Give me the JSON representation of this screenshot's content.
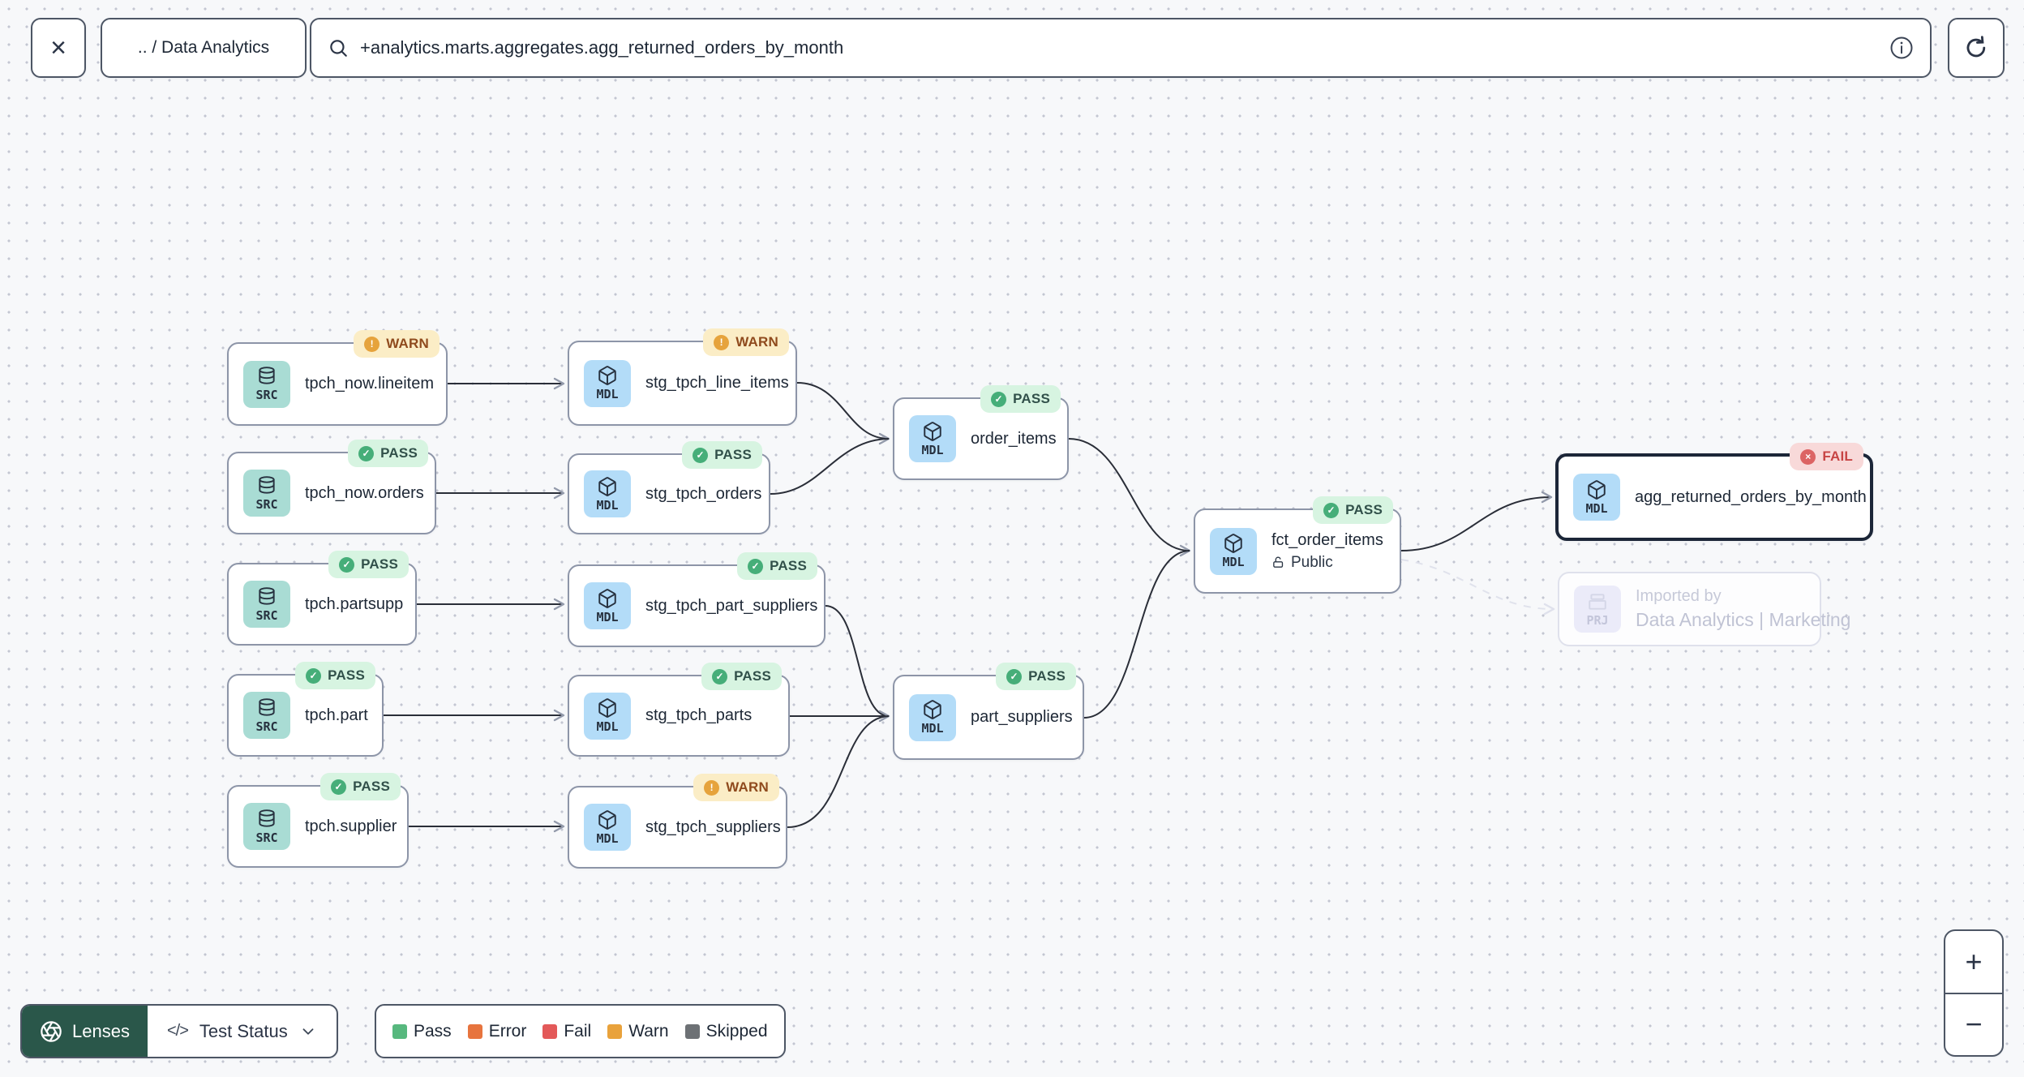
{
  "topbar": {
    "breadcrumb": ".. / Data Analytics",
    "search_value": "+analytics.marts.aggregates.agg_returned_orders_by_month"
  },
  "icons": {
    "close": "×",
    "check": "✓",
    "exclaim": "!",
    "cross": "×",
    "code": "</>",
    "zoom_in": "+",
    "zoom_out": "−"
  },
  "nodes": [
    {
      "label": "tpch_now.lineitem",
      "type": "SRC",
      "status": "WARN"
    },
    {
      "label": "stg_tpch_line_items",
      "type": "MDL",
      "status": "WARN"
    },
    {
      "label": "tpch_now.orders",
      "type": "SRC",
      "status": "PASS"
    },
    {
      "label": "stg_tpch_orders",
      "type": "MDL",
      "status": "PASS"
    },
    {
      "label": "order_items",
      "type": "MDL",
      "status": "PASS"
    },
    {
      "label": "tpch.partsupp",
      "type": "SRC",
      "status": "PASS"
    },
    {
      "label": "stg_tpch_part_suppliers",
      "type": "MDL",
      "status": "PASS"
    },
    {
      "label": "tpch.part",
      "type": "SRC",
      "status": "PASS"
    },
    {
      "label": "stg_tpch_parts",
      "type": "MDL",
      "status": "PASS"
    },
    {
      "label": "part_suppliers",
      "type": "MDL",
      "status": "PASS"
    },
    {
      "label": "tpch.supplier",
      "type": "SRC",
      "status": "PASS"
    },
    {
      "label": "stg_tpch_suppliers",
      "type": "MDL",
      "status": "WARN"
    },
    {
      "label": "fct_order_items",
      "type": "MDL",
      "status": "PASS",
      "access": "Public"
    },
    {
      "label": "agg_returned_orders_by_month",
      "type": "MDL",
      "status": "FAIL"
    }
  ],
  "ghost_node": {
    "type": "PRJ",
    "title": "Imported by",
    "subtitle": "Data Analytics | Marketing"
  },
  "toolbar": {
    "lenses_label": "Lenses",
    "lens_selected": "Test Status"
  },
  "legend": {
    "items": [
      {
        "label": "Pass",
        "color": "#57b87e"
      },
      {
        "label": "Error",
        "color": "#e7743e"
      },
      {
        "label": "Fail",
        "color": "#e35959"
      },
      {
        "label": "Warn",
        "color": "#e9a23b"
      },
      {
        "label": "Skipped",
        "color": "#6d7175"
      }
    ]
  }
}
